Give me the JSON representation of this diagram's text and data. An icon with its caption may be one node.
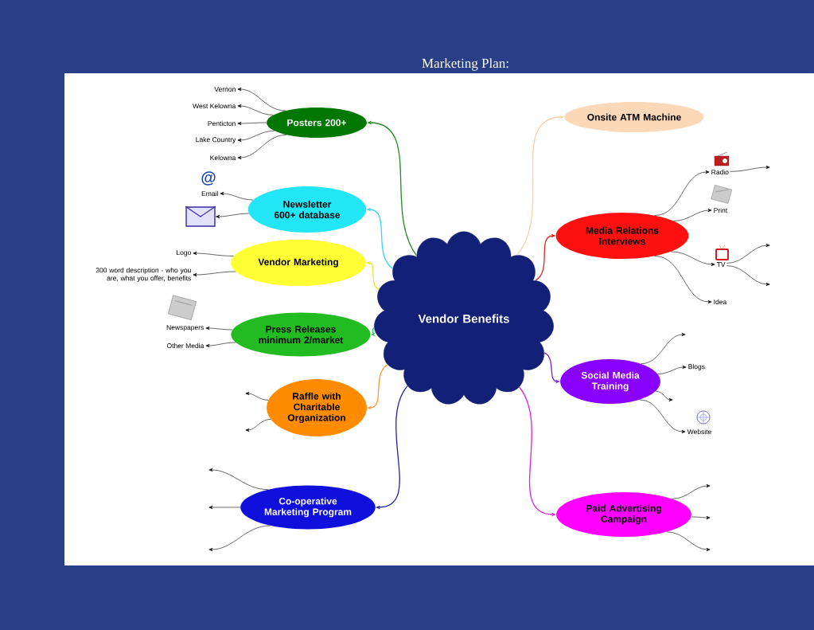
{
  "diagram": {
    "title": "Marketing Plan:",
    "nodes": [
      {
        "text": [
          "Vendor Benefits"
        ]
      },
      {
        "text": [
          "Posters 200+"
        ]
      },
      {
        "text": [
          "Newsletter 600+ database"
        ]
      },
      {
        "text": [
          "Vendor Marketing"
        ]
      },
      {
        "text": [
          "Press Releases minimum 2/market"
        ]
      },
      {
        "text": [
          "Raffle with Charitable Organization"
        ]
      },
      {
        "text": [
          "Co-operative Marketing Program"
        ]
      },
      {
        "text": [
          "Onsite ATM Machine"
        ]
      },
      {
        "text": [
          "Media Relations Interviews"
        ]
      },
      {
        "text": [
          "Social Media Training"
        ]
      },
      {
        "text": [
          "Paid Advertising Campaign"
        ]
      },
      {
        "text": [
          "Vernon"
        ]
      },
      {
        "text": [
          "West Kelowna"
        ]
      },
      {
        "text": [
          "Penticton"
        ]
      },
      {
        "text": [
          "Lake Country"
        ]
      },
      {
        "text": [
          "Kelowna"
        ]
      },
      {
        "text": [
          "Email"
        ]
      },
      {
        "text": [],
        "shape": "envelope"
      },
      {
        "text": [
          "Logo"
        ]
      },
      {
        "text": [
          "300 word description - who you are, what you offer, benefits"
        ]
      },
      {
        "text": [
          "Newspapers"
        ]
      },
      {
        "text": [
          "Other Media"
        ]
      },
      {
        "text": [
          "Radio"
        ]
      },
      {
        "text": [
          "Print"
        ]
      },
      {
        "text": [
          "TV"
        ]
      },
      {
        "text": [
          "Idea"
        ]
      },
      {
        "text": [
          "Blogs"
        ]
      },
      {
        "text": [
          "Website"
        ]
      }
    ],
    "edges": [
      {
        "from": 0,
        "to": 1,
        "arrow": "to",
        "color": "#228b22"
      },
      {
        "from": 0,
        "to": 2,
        "arrow": "to",
        "color": "#33d6ee"
      },
      {
        "from": 0,
        "to": 3,
        "arrow": "to",
        "color": "#e8e830"
      },
      {
        "from": 0,
        "to": 4,
        "arrow": "to",
        "color": "#33bb66"
      },
      {
        "from": 0,
        "to": 5,
        "arrow": "to",
        "color": "#ff9933"
      },
      {
        "from": 0,
        "to": 6,
        "arrow": "to",
        "color": "#2222aa"
      },
      {
        "from": 0,
        "to": 7,
        "arrow": "to",
        "color": "#f8d2aa"
      },
      {
        "from": 0,
        "to": 8,
        "arrow": "to",
        "color": "#dd2222"
      },
      {
        "from": 0,
        "to": 9,
        "arrow": "to",
        "color": "#7722cc"
      },
      {
        "from": 0,
        "to": 10,
        "arrow": "to",
        "color": "#dd22dd"
      },
      {
        "from": 1,
        "to": 11,
        "arrow": "to"
      },
      {
        "from": 1,
        "to": 12,
        "arrow": "to"
      },
      {
        "from": 1,
        "to": 13,
        "arrow": "to"
      },
      {
        "from": 1,
        "to": 14,
        "arrow": "to"
      },
      {
        "from": 1,
        "to": 15,
        "arrow": "to"
      },
      {
        "from": 2,
        "to": 16,
        "arrow": "to"
      },
      {
        "from": 2,
        "to": 17,
        "arrow": "to"
      },
      {
        "from": 3,
        "to": 18,
        "arrow": "to"
      },
      {
        "from": 3,
        "to": 19,
        "arrow": "to"
      },
      {
        "from": 4,
        "to": 20,
        "arrow": "to"
      },
      {
        "from": 4,
        "to": 21,
        "arrow": "to"
      },
      {
        "from": 5,
        "to": null,
        "arrow": "to"
      },
      {
        "from": 5,
        "to": null,
        "arrow": "to"
      },
      {
        "from": 6,
        "to": null,
        "arrow": "to"
      },
      {
        "from": 6,
        "to": null,
        "arrow": "to"
      },
      {
        "from": 6,
        "to": null,
        "arrow": "to"
      },
      {
        "from": 8,
        "to": 22,
        "arrow": "to"
      },
      {
        "from": 8,
        "to": 23,
        "arrow": "to"
      },
      {
        "from": 8,
        "to": 24,
        "arrow": "to"
      },
      {
        "from": 8,
        "to": 25,
        "arrow": "to"
      },
      {
        "from": 22,
        "to": null,
        "arrow": "to"
      },
      {
        "from": 24,
        "to": null,
        "arrow": "to"
      },
      {
        "from": 24,
        "to": null,
        "arrow": "to"
      },
      {
        "from": 9,
        "to": null,
        "arrow": "to"
      },
      {
        "from": 9,
        "to": 26,
        "arrow": "to"
      },
      {
        "from": 9,
        "to": null,
        "arrow": "to"
      },
      {
        "from": 9,
        "to": 27,
        "arrow": "to"
      },
      {
        "from": 10,
        "to": null,
        "arrow": "to"
      },
      {
        "from": 10,
        "to": null,
        "arrow": "to"
      },
      {
        "from": 10,
        "to": null,
        "arrow": "to"
      }
    ],
    "labels": [
      "@"
    ]
  }
}
